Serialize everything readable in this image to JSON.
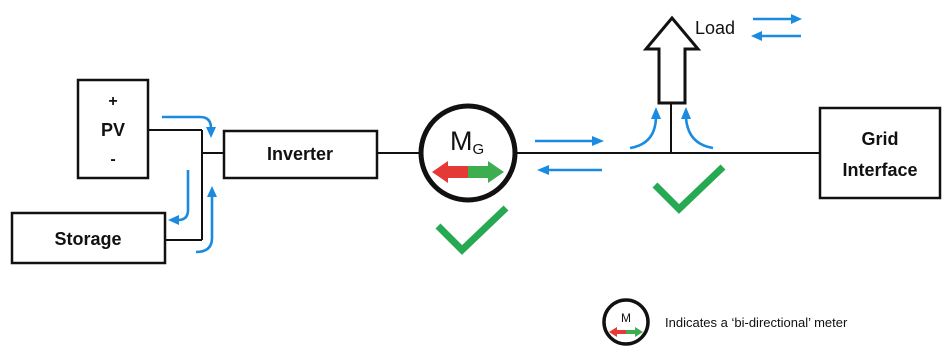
{
  "nodes": {
    "pv": {
      "plus": "+",
      "label": "PV",
      "minus": "-"
    },
    "storage": {
      "label": "Storage"
    },
    "inverter": {
      "label": "Inverter"
    },
    "grid": {
      "line1": "Grid",
      "line2": "Interface"
    },
    "load": {
      "label": "Load"
    },
    "meter": {
      "letter": "M",
      "subscript": "G"
    }
  },
  "legend": {
    "meter_letter": "M",
    "text": "Indicates a ‘bi-directional’ meter"
  },
  "colors": {
    "flow_arrow": "#1a8be0",
    "check": "#27a853",
    "meter_red": "#e53935",
    "meter_green": "#3dae4f",
    "outline": "#111111"
  }
}
